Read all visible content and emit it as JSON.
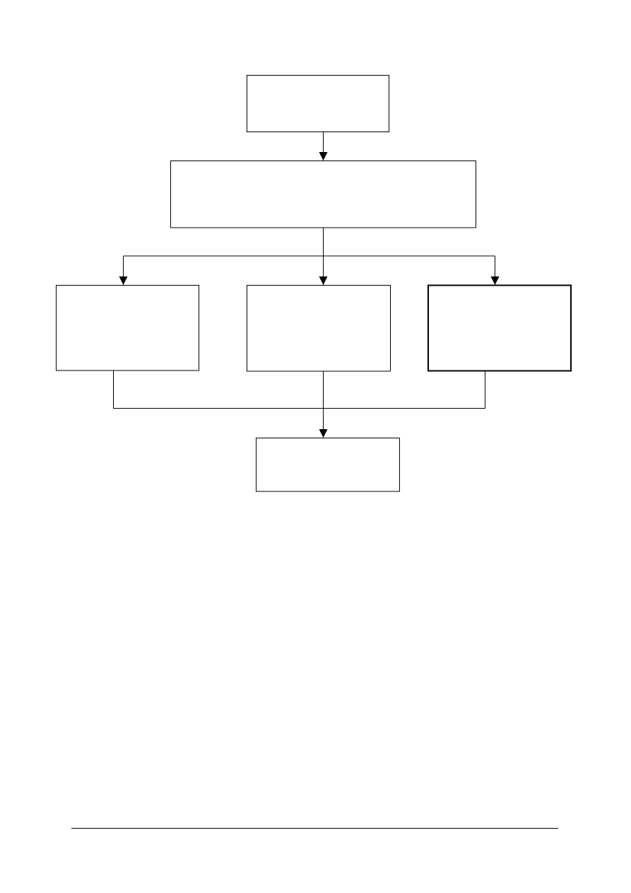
{
  "diagram": {
    "colors": {
      "stroke": "#000000",
      "background": "#ffffff"
    },
    "nodes": [
      {
        "id": "top",
        "label": ""
      },
      {
        "id": "middle",
        "label": ""
      },
      {
        "id": "left",
        "label": ""
      },
      {
        "id": "center",
        "label": ""
      },
      {
        "id": "right",
        "label": ""
      },
      {
        "id": "bottom",
        "label": ""
      }
    ]
  }
}
